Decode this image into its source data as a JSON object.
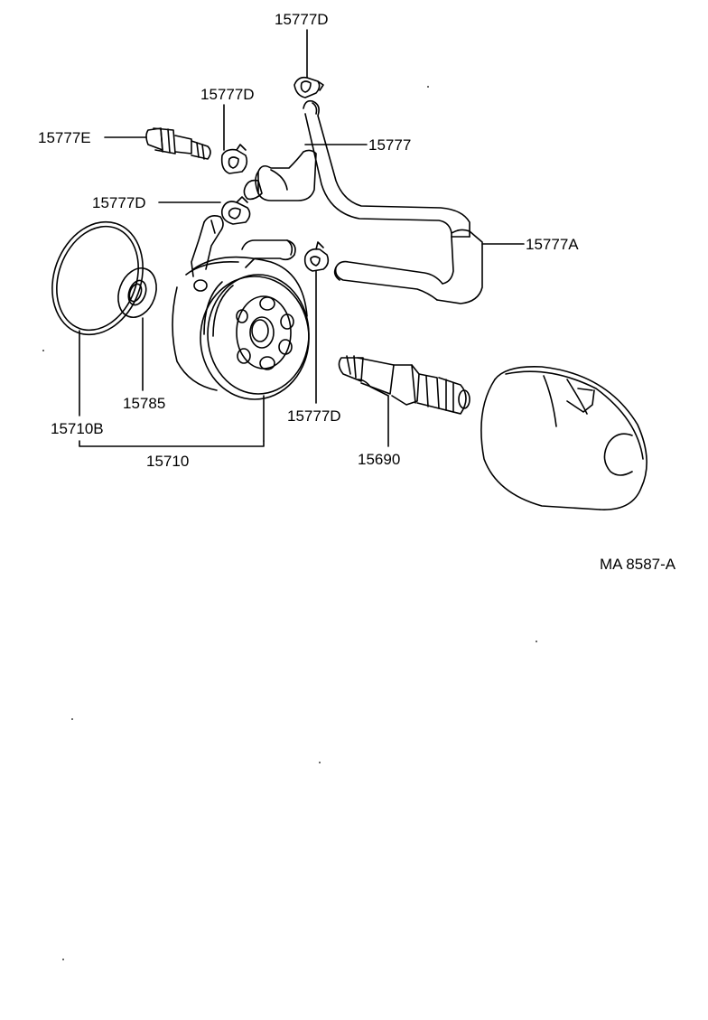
{
  "labels": {
    "p15777D_top": "15777D",
    "p15777D_left": "15777D",
    "p15777E": "15777E",
    "p15777": "15777",
    "p15777D_mid": "15777D",
    "p15777A": "15777A",
    "p15785": "15785",
    "p15710B": "15710B",
    "p15777D_low": "15777D",
    "p15710": "15710",
    "p15690": "15690",
    "ref_code": "MA 8587-A"
  }
}
